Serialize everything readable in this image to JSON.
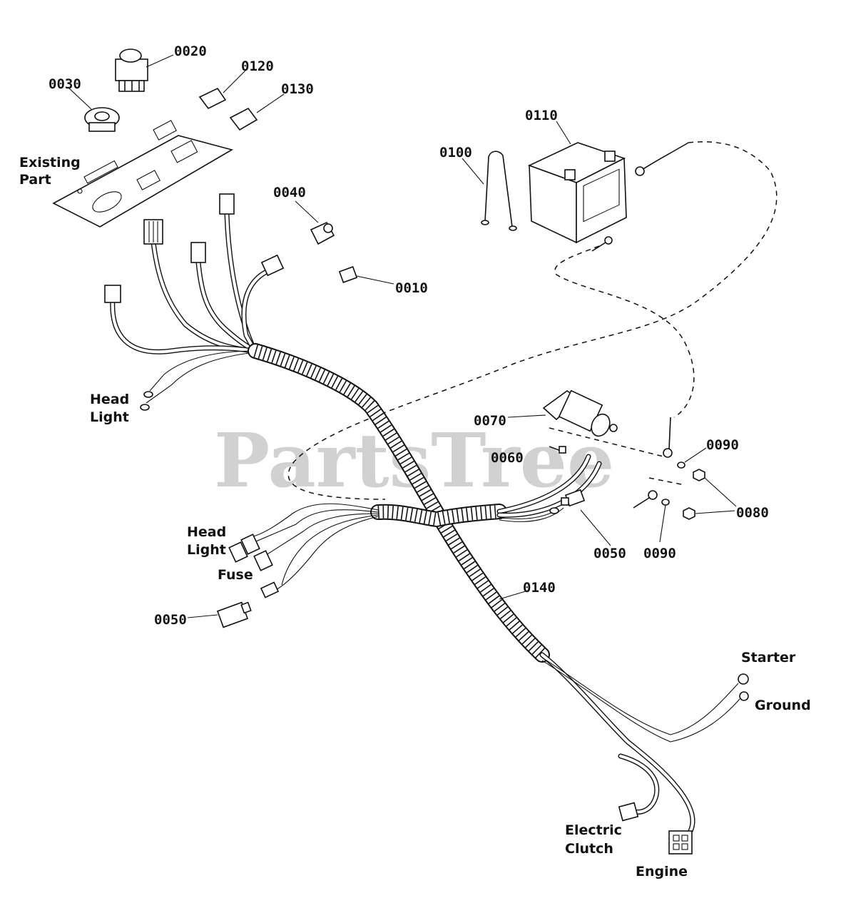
{
  "watermark": "PartsTree",
  "labels": {
    "p0020": "0020",
    "p0030": "0030",
    "p0120": "0120",
    "p0130": "0130",
    "p0110": "0110",
    "p0100": "0100",
    "existing_1": "Existing",
    "existing_2": "Part",
    "p0040": "0040",
    "p0010": "0010",
    "headlight_a_1": "Head",
    "headlight_a_2": "Light",
    "p0070": "0070",
    "p0060": "0060",
    "p0090_a": "0090",
    "p0080": "0080",
    "p0090_b": "0090",
    "p0050_a": "0050",
    "headlight_b_1": "Head",
    "headlight_b_2": "Light",
    "fuse": "Fuse",
    "p0050_b": "0050",
    "p0140": "0140",
    "starter": "Starter",
    "ground": "Ground",
    "clutch_1": "Electric",
    "clutch_2": "Clutch",
    "engine": "Engine"
  }
}
